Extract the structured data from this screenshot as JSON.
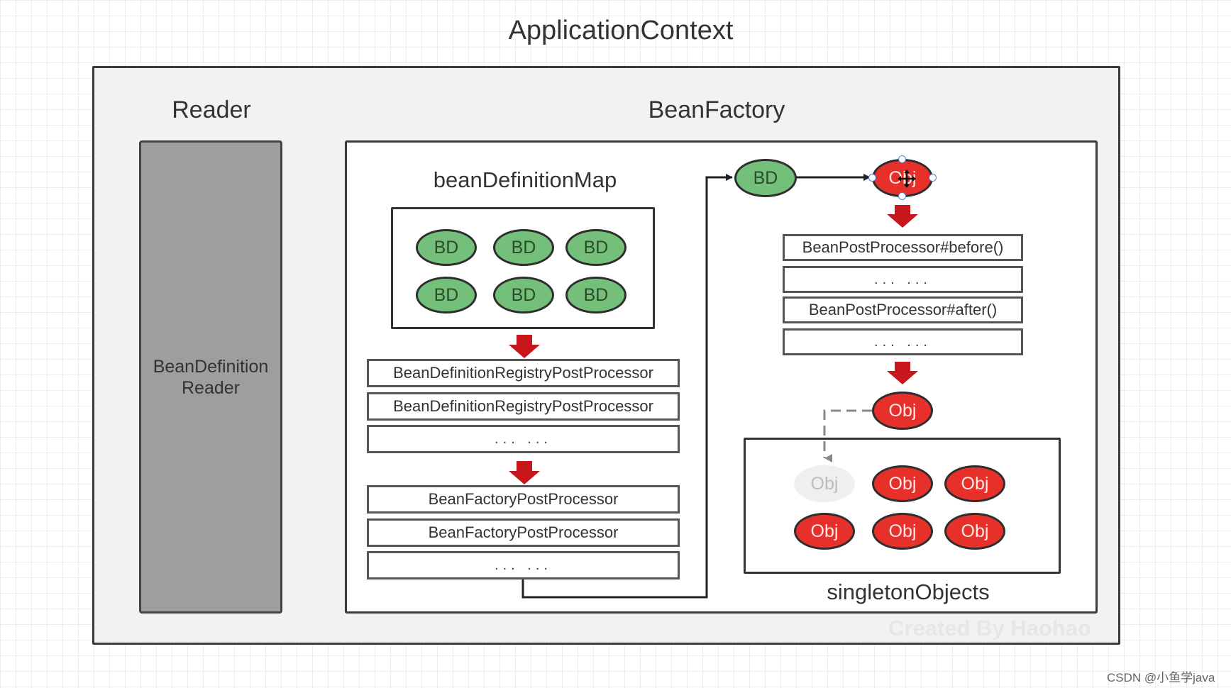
{
  "app_title": "ApplicationContext",
  "reader": {
    "title": "Reader",
    "box_label": "BeanDefinitionReader"
  },
  "bean_factory": {
    "title": "BeanFactory",
    "bean_definition_map": {
      "title": "beanDefinitionMap",
      "items": [
        "BD",
        "BD",
        "BD",
        "BD",
        "BD",
        "BD"
      ]
    },
    "registry_processors": [
      "BeanDefinitionRegistryPostProcessor",
      "BeanDefinitionRegistryPostProcessor",
      "... ..."
    ],
    "factory_processors": [
      "BeanFactoryPostProcessor",
      "BeanFactoryPostProcessor",
      "... ..."
    ],
    "flow_bd": "BD",
    "flow_obj_top": "Obj",
    "bean_post_processors": [
      "BeanPostProcessor#before()",
      "... ...",
      "BeanPostProcessor#after()",
      "... ..."
    ],
    "flow_obj_bottom": "Obj",
    "singleton_objects": {
      "title": "singletonObjects",
      "items": [
        "Obj",
        "Obj",
        "Obj",
        "Obj",
        "Obj",
        "Obj"
      ]
    }
  },
  "watermark": "Created By Haohao",
  "credit": "CSDN @小鱼学java",
  "colors": {
    "bd_fill": "#74c07a",
    "obj_fill": "#e8302a",
    "arrow_red": "#c8161d",
    "frame": "#3a3a3a"
  },
  "icons": {
    "selection_cursor": "move-icon"
  }
}
